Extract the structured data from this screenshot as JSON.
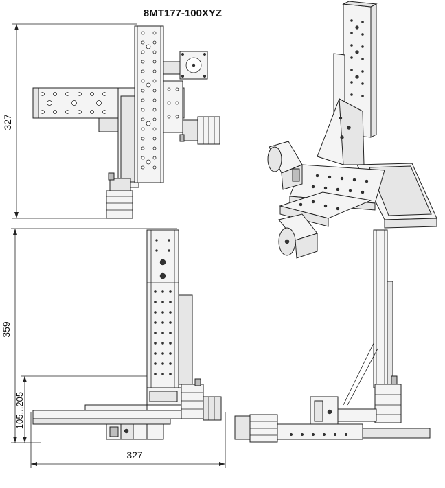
{
  "title": "8MT177-100XYZ",
  "dimensions": {
    "top_view_height": "327",
    "side_view_height": "359",
    "side_view_range": "105...205",
    "side_view_width": "327"
  }
}
